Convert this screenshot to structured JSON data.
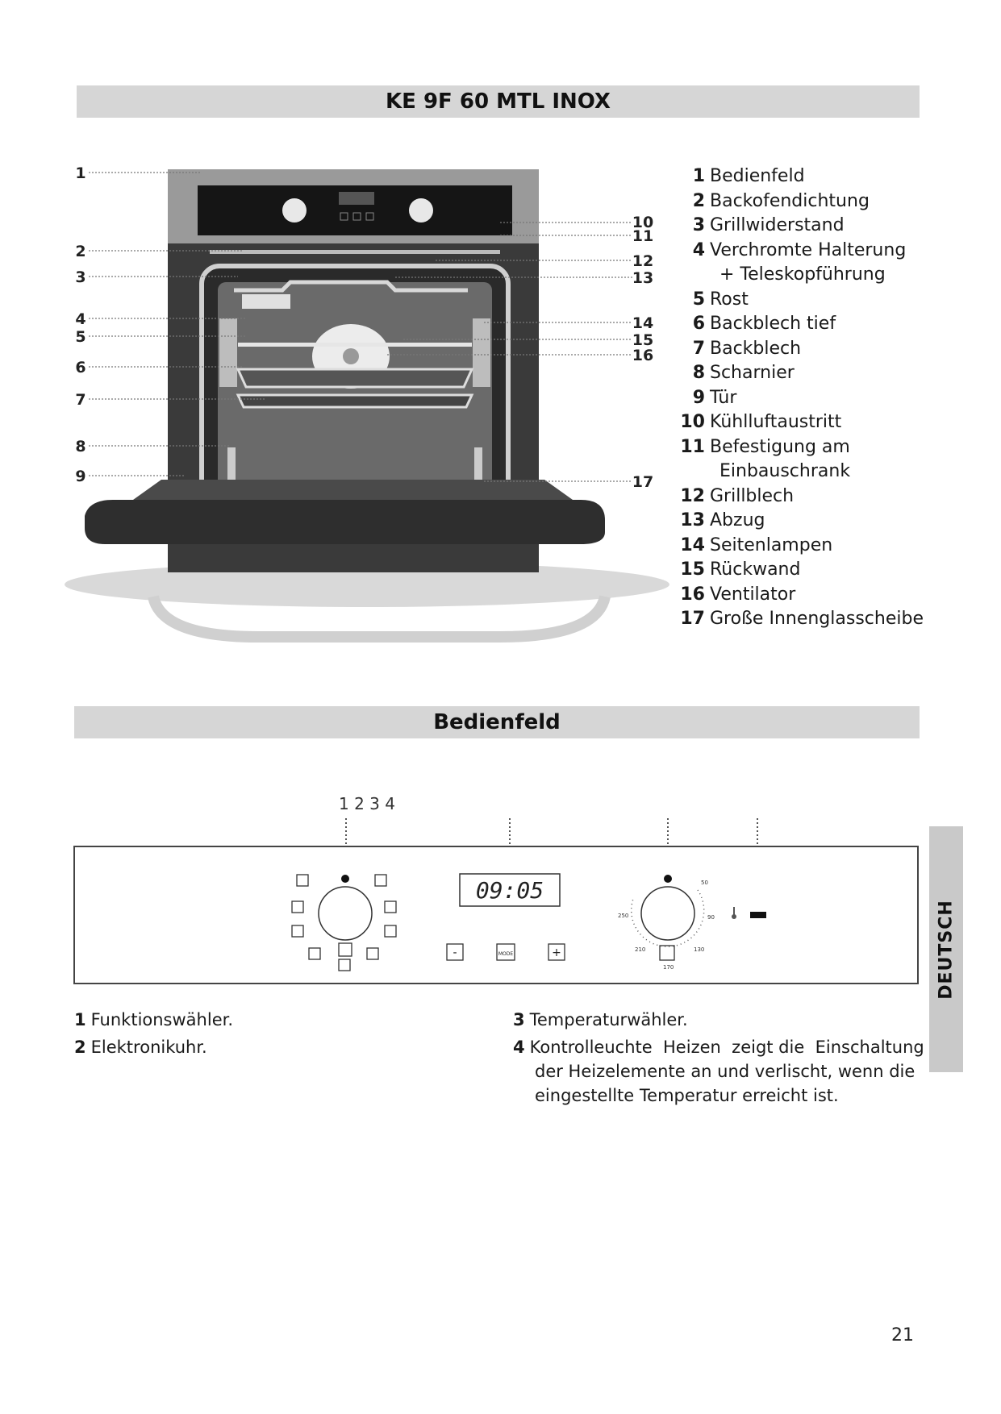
{
  "model_title": "KE 9F 60 MTL INOX",
  "panel_title": "Bedienfeld",
  "side_tab": "DEUTSCH",
  "page_number": "21",
  "callouts": {
    "n1": "1",
    "n2": "2",
    "n3": "3",
    "n4": "4",
    "n5": "5",
    "n6": "6",
    "n7": "7",
    "n8": "8",
    "n9": "9",
    "n10": "10",
    "n11": "11",
    "n12": "12",
    "n13": "13",
    "n14": "14",
    "n15": "15",
    "n16": "16",
    "n17": "17"
  },
  "parts": [
    {
      "num": "1",
      "label": "Bedienfeld"
    },
    {
      "num": "2",
      "label": "Backofendichtung"
    },
    {
      "num": "3",
      "label": "Grillwiderstand"
    },
    {
      "num": "4",
      "label": "Verchromte Halterung",
      "cont": "+ Teleskopführung"
    },
    {
      "num": "5",
      "label": "Rost"
    },
    {
      "num": "6",
      "label": "Backblech tief"
    },
    {
      "num": "7",
      "label": "Backblech"
    },
    {
      "num": "8",
      "label": "Scharnier"
    },
    {
      "num": "9",
      "label": "Tür"
    },
    {
      "num": "10",
      "label": "Kühlluftaustritt"
    },
    {
      "num": "11",
      "label": "Befestigung am",
      "cont": "Einbauschrank"
    },
    {
      "num": "12",
      "label": "Grillblech"
    },
    {
      "num": "13",
      "label": "Abzug"
    },
    {
      "num": "14",
      "label": "Seitenlampen"
    },
    {
      "num": "15",
      "label": "Rückwand"
    },
    {
      "num": "16",
      "label": "Ventilator"
    },
    {
      "num": "17",
      "label": "Große Innenglasscheibe"
    }
  ],
  "panel": {
    "callout_label": "1 2 3 4",
    "clock": "09:05",
    "button_minus": "-",
    "button_mode": "MODE",
    "button_plus": "+",
    "temp_50": "50",
    "temp_90": "90",
    "temp_130": "130",
    "temp_170": "170",
    "temp_210": "210",
    "temp_250": "250"
  },
  "descriptions": {
    "left": [
      {
        "num": "1",
        "text": "Funktionswähler."
      },
      {
        "num": "2",
        "text": "Elektronikuhr."
      }
    ],
    "right": [
      {
        "num": "3",
        "text": "Temperaturwähler."
      },
      {
        "num": "4",
        "text": "Kontrolleuchte  Heizen  zeigt die  Einschaltung",
        "cont": "der Heizelemente an und verlischt, wenn die eingestellte Temperatur erreicht ist."
      }
    ]
  }
}
